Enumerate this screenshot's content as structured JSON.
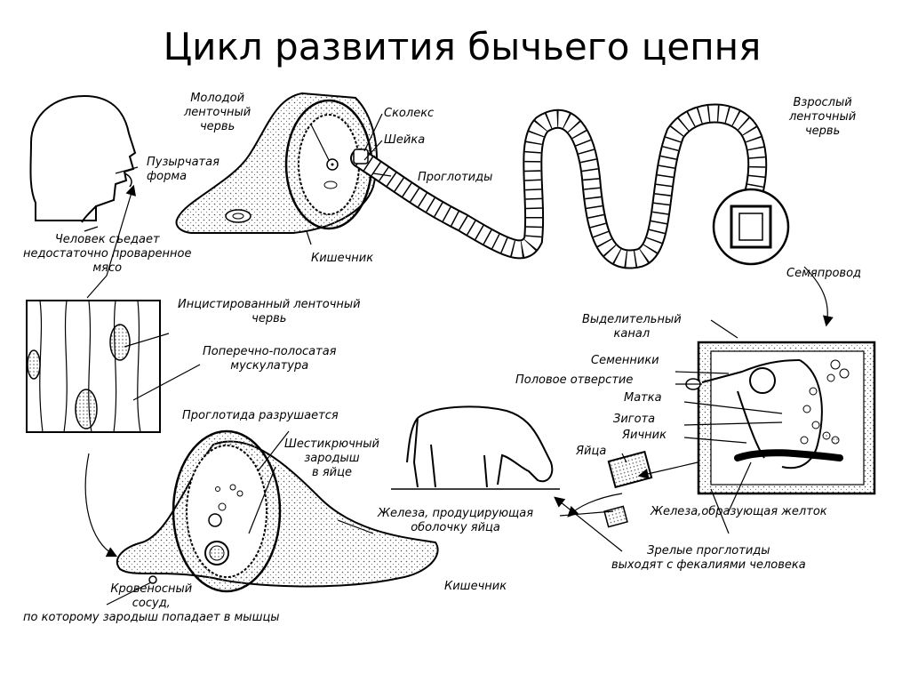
{
  "title": "Цикл развития бычьего цепня",
  "labels": {
    "young_tapeworm": "Молодой\nленточный\nчервь",
    "bladder_form": "Пузырчатая\nформа",
    "scolex": "Сколекс",
    "neck": "Шейка",
    "proglottids": "Проглотиды",
    "gut_top": "Кишечник",
    "adult_tapeworm": "Взрослый\nленточный\nчервь",
    "human_eats": "Человек съедает\nнедостаточно проваренное\nмясо",
    "encysted": "Инцистированный ленточный\nчервь",
    "striated_muscle": "Поперечно-полосатая\nмускулатура",
    "sperm_duct": "Семяпровод",
    "excretory_canal": "Выделительный\nканал",
    "testes": "Семенники",
    "genital_opening": "Половое отверстие",
    "uterus": "Матка",
    "zygote": "Зигота",
    "ovary": "Яичник",
    "eggs": "Яйца",
    "proglottid_breaks": "Проглотида разрушается",
    "hexacanth": "Шестикрючный\nзародыш\nв яйце",
    "shell_gland": "Железа, продуцирующая\nоболочку яйца",
    "yolk_gland": "Железа,образующая желток",
    "mature_proglottids": "Зрелые проглотиды\nвыходят с фекалиями человека",
    "gut_bottom": "Кишечник",
    "blood_vessel": "Кровеносный\nсосуд,\nпо которому зародыш попадает в мышцы"
  }
}
